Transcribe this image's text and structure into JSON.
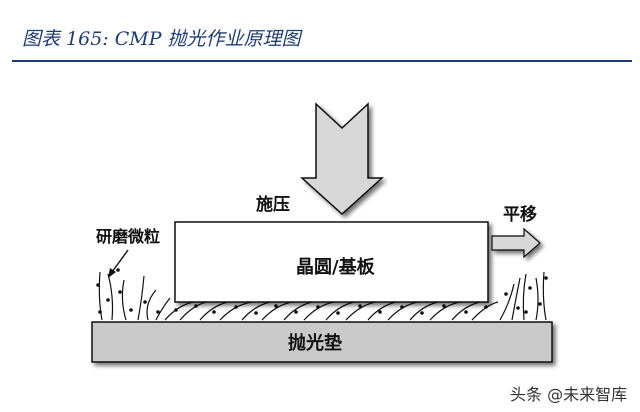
{
  "caption": "图表 165:  CMP 抛光作业原理图",
  "labels": {
    "pressure": "施压",
    "translate": "平移",
    "abrasive": "研磨微粒",
    "wafer": "晶圆/基板",
    "pad": "抛光垫"
  },
  "watermark": "头条 @未来智库"
}
